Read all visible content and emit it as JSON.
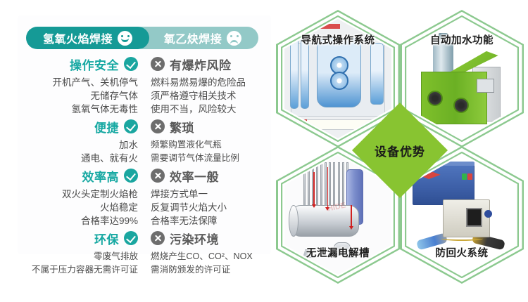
{
  "comparison": {
    "pill_good": {
      "label": "氢氧火焰焊接",
      "icon": "smiley-face-icon",
      "color": "#159a96"
    },
    "pill_bad": {
      "label": "氧乙炔焊接",
      "icon": "frowny-face-icon",
      "color": "#93c9c7"
    },
    "rows": [
      {
        "good": {
          "title": "操作安全",
          "icon": "check-circle-icon",
          "lines": [
            "开机产气、关机停气",
            "无储存气体",
            "氢氧气体无毒性"
          ]
        },
        "bad": {
          "title": "有爆炸风险",
          "icon": "x-circle-icon",
          "lines": [
            "燃料易燃易爆的危险品",
            "须严格遵守相关技术",
            "使用不当，风险较大"
          ]
        }
      },
      {
        "good": {
          "title": "便捷",
          "icon": "check-circle-icon",
          "lines": [
            "加水",
            "通电、就有火"
          ]
        },
        "bad": {
          "title": "繁琐",
          "icon": "x-circle-icon",
          "lines": [
            "频繁购置液化气瓶",
            "需要调节气体流量比例"
          ]
        }
      },
      {
        "good": {
          "title": "效率高",
          "icon": "check-circle-icon",
          "lines": [
            "双火头定制火焰枪",
            "火焰稳定",
            "合格率达99%"
          ]
        },
        "bad": {
          "title": "效率一般",
          "icon": "x-circle-icon",
          "lines": [
            "焊接方式单一",
            "反复调节火焰大小",
            "合格率无法保障"
          ]
        }
      },
      {
        "good": {
          "title": "环保",
          "icon": "check-circle-icon",
          "lines": [
            "零废气排放",
            "不属于压力容器无需许可证"
          ]
        },
        "bad": {
          "title": "污染环境",
          "icon": "x-circle-icon",
          "lines": [
            "燃烧产生CO、CO²、NOX",
            "需消防颁发的许可证"
          ]
        }
      }
    ]
  },
  "advantages": {
    "center_label": "设备优势",
    "center_color": "#88c431",
    "hex_border_color": "#8cc98f",
    "items": [
      {
        "label": "导航式操作系统",
        "image": "hmi-navigation-screen-photo"
      },
      {
        "label": "自动加水功能",
        "image": "green-machine-water-bottle-photo"
      },
      {
        "label": "无泄漏电解槽",
        "image": "electrolyzer-cad-diagram-photo"
      },
      {
        "label": "防回火系统",
        "image": "blue-machine-torch-photo"
      }
    ]
  }
}
